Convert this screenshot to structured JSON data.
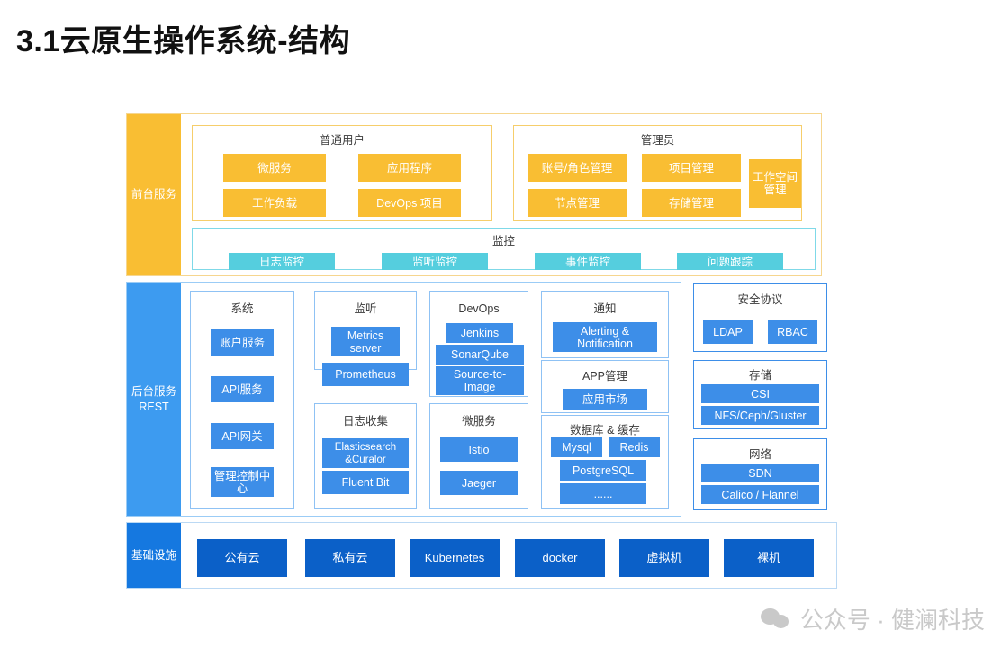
{
  "title": "3.1云原生操作系统-结构",
  "front": {
    "sidebar_label": "前台服务",
    "user_group": {
      "title": "普通用户",
      "items": [
        "微服务",
        "应用程序",
        "工作负载",
        "DevOps 项目"
      ]
    },
    "admin_group": {
      "title": "管理员",
      "items": [
        "账号/角色管理",
        "项目管理",
        "节点管理",
        "存储管理",
        "工作空间管理"
      ]
    },
    "monitor_group": {
      "title": "监控",
      "items": [
        "日志监控",
        "监听监控",
        "事件监控",
        "问题跟踪"
      ]
    }
  },
  "back": {
    "sidebar_label": "后台服务 REST",
    "system": {
      "title": "系统",
      "items": [
        "账户服务",
        "API服务",
        "API网关",
        "管理控制中心"
      ]
    },
    "listen": {
      "title": "监听",
      "items": [
        "Metrics server",
        "Prometheus"
      ]
    },
    "logging": {
      "title": "日志收集",
      "items": [
        "Elasticsearch &Curalor",
        "Fluent Bit"
      ]
    },
    "devops": {
      "title": "DevOps",
      "items": [
        "Jenkins",
        "SonarQube",
        "Source-to-Image"
      ]
    },
    "microservice": {
      "title": "微服务",
      "items": [
        "Istio",
        "Jaeger"
      ]
    },
    "notification": {
      "title": "通知",
      "items": [
        "Alerting & Notification"
      ]
    },
    "appmgmt": {
      "title": "APP管理",
      "items": [
        "应用市场"
      ]
    },
    "database": {
      "title": "数据库 & 缓存",
      "items": [
        "Mysql",
        "Redis",
        "PostgreSQL",
        "......"
      ]
    }
  },
  "right": {
    "security": {
      "title": "安全协议",
      "items": [
        "LDAP",
        "RBAC"
      ]
    },
    "storage": {
      "title": "存储",
      "items": [
        "CSI",
        "NFS/Ceph/Gluster"
      ]
    },
    "network": {
      "title": "网络",
      "items": [
        "SDN",
        "Calico / Flannel"
      ]
    }
  },
  "infra": {
    "sidebar_label": "基础设施",
    "items": [
      "公有云",
      "私有云",
      "Kubernetes",
      "docker",
      "虚拟机",
      "裸机"
    ]
  },
  "watermark": {
    "text": "公众号 · 健澜科技"
  },
  "colors": {
    "orange": "#F9BE33",
    "cyan": "#55CEDE",
    "blue": "#3D8EE8",
    "sidebar_blue": "#3D9BF0",
    "navy": "#0B60C8"
  }
}
